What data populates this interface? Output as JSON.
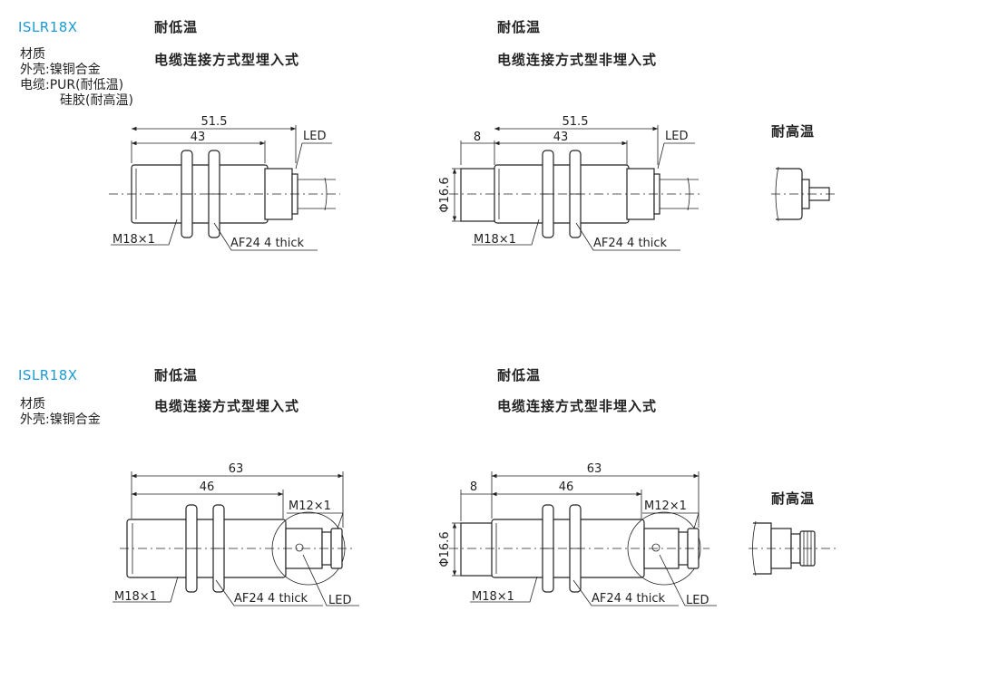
{
  "sections": [
    {
      "model": "ISLR18X",
      "materials": [
        "材质",
        "外壳:镍铜合金",
        "电缆:PUR(耐低温)",
        "硅胶(耐高温)"
      ],
      "left": {
        "heading": "耐低温",
        "subheading": "电缆连接方式型埋入式"
      },
      "right": {
        "heading": "耐低温",
        "subheading": "电缆连接方式型非埋入式"
      },
      "side_label": "耐高温",
      "dims": {
        "total": "51.5",
        "body": "43",
        "offset": "8",
        "diameter": "Φ16.6",
        "thread": "M18×1",
        "nut": "AF24 4 thick",
        "led": "LED"
      }
    },
    {
      "model": "ISLR18X",
      "materials": [
        "材质",
        "外壳:镍铜合金"
      ],
      "left": {
        "heading": "耐低温",
        "subheading": "电缆连接方式型埋入式"
      },
      "right": {
        "heading": "耐低温",
        "subheading": "电缆连接方式型非埋入式"
      },
      "side_label": "耐高温",
      "dims": {
        "total": "63",
        "body": "46",
        "offset": "8",
        "diameter": "Φ16.6",
        "thread": "M18×1",
        "nut": "AF24 4 thick",
        "led": "LED",
        "connector": "M12×1"
      }
    }
  ]
}
